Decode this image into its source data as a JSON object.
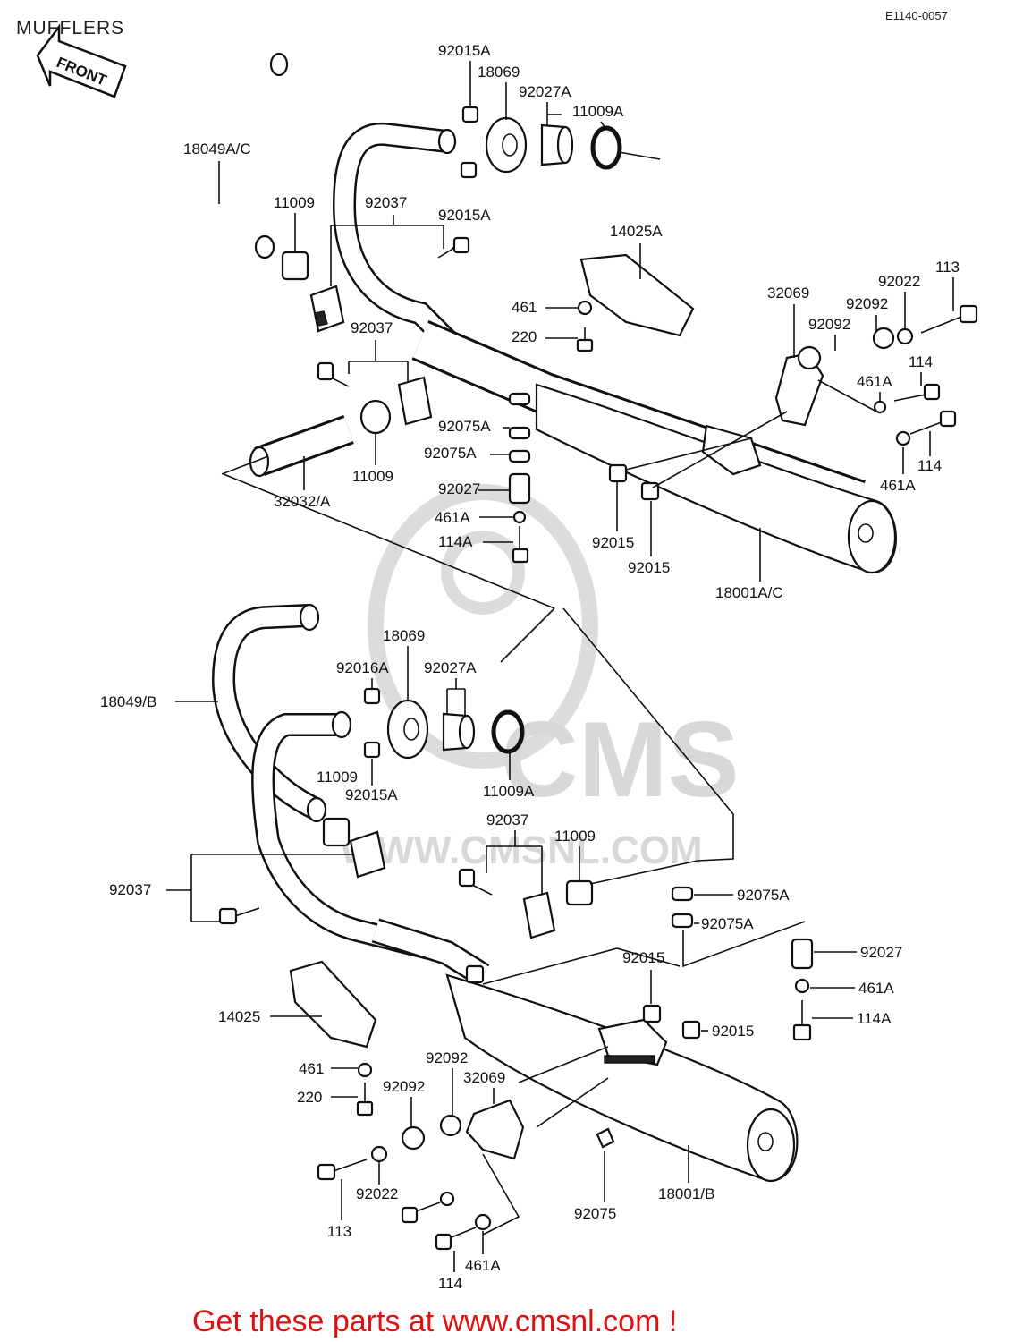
{
  "header": {
    "title": "MUFFLERS",
    "code": "E1140-0057",
    "front_label": "FRONT"
  },
  "watermark": {
    "brand": "CMS",
    "site": "WWW.CMSNL.COM"
  },
  "footer": {
    "text": "Get these parts at www.cmsnl.com !",
    "color": "#e01010"
  },
  "upper_assembly": {
    "labels": [
      "92015A",
      "18069",
      "92027A",
      "11009A",
      "18049A/C",
      "11009",
      "92037",
      "92015A",
      "14025A",
      "113",
      "92022",
      "32069",
      "92092",
      "92092",
      "461",
      "220",
      "114",
      "461A",
      "92037",
      "92075A",
      "92075A",
      "11009",
      "32032/A",
      "92027",
      "461A",
      "114A",
      "114",
      "461A",
      "92015",
      "92015",
      "18001A/C"
    ]
  },
  "lower_assembly": {
    "labels": [
      "18069",
      "92016A",
      "92027A",
      "18049/B",
      "11009",
      "92015A",
      "11009A",
      "92037",
      "11009",
      "92037",
      "92075A",
      "92075A",
      "92027",
      "92015",
      "461A",
      "92015",
      "114A",
      "14025",
      "461",
      "220",
      "92092",
      "32069",
      "92092",
      "92022",
      "113",
      "461A",
      "114",
      "92075",
      "18001/B"
    ]
  }
}
